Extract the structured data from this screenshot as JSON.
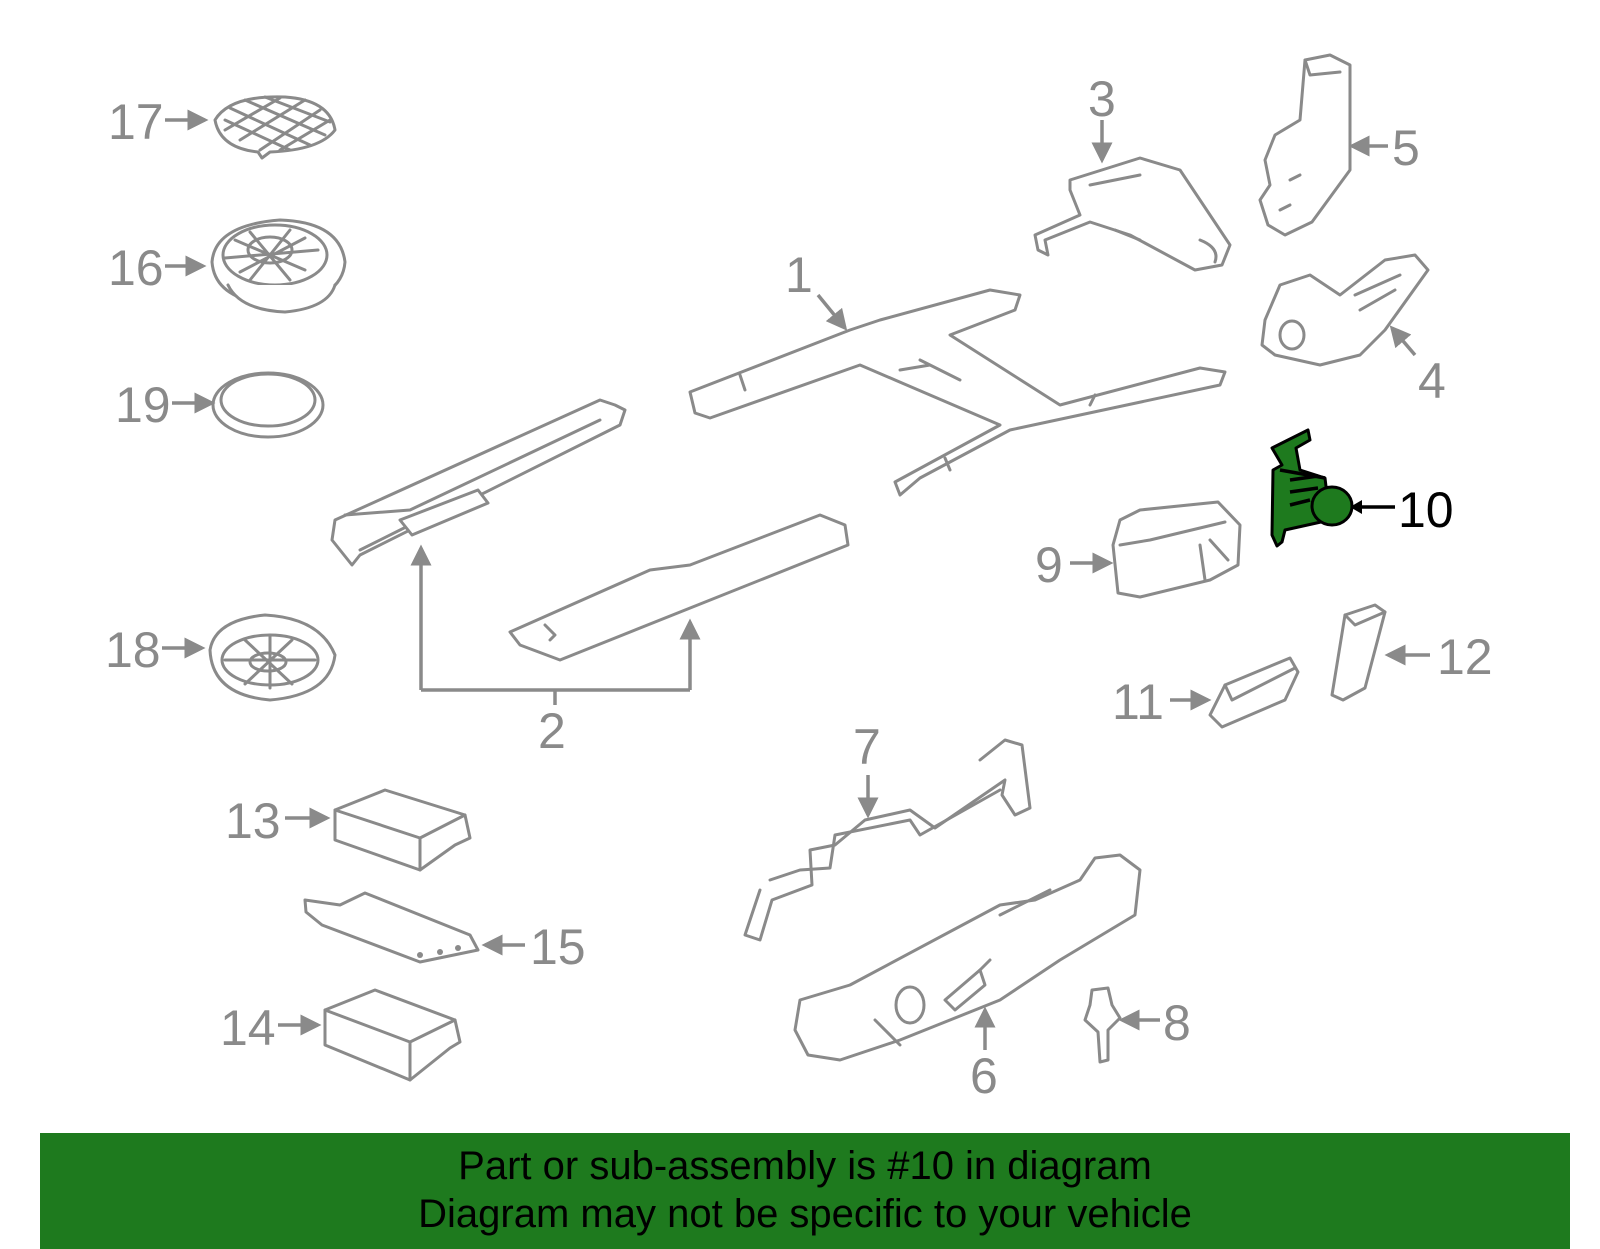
{
  "callouts": {
    "c1": "1",
    "c2": "2",
    "c3": "3",
    "c4": "4",
    "c5": "5",
    "c6": "6",
    "c7": "7",
    "c8": "8",
    "c9": "9",
    "c10": "10",
    "c11": "11",
    "c12": "12",
    "c13": "13",
    "c14": "14",
    "c15": "15",
    "c16": "16",
    "c17": "17",
    "c18": "18",
    "c19": "19"
  },
  "highlighted_part": "10",
  "colors": {
    "highlight": "#1e7a1e",
    "line_art": "#8a8a8a",
    "background": "#ffffff"
  },
  "banner": {
    "line1": "Part or sub-assembly is #10 in diagram",
    "line2": "Diagram may not be specific to your vehicle"
  }
}
